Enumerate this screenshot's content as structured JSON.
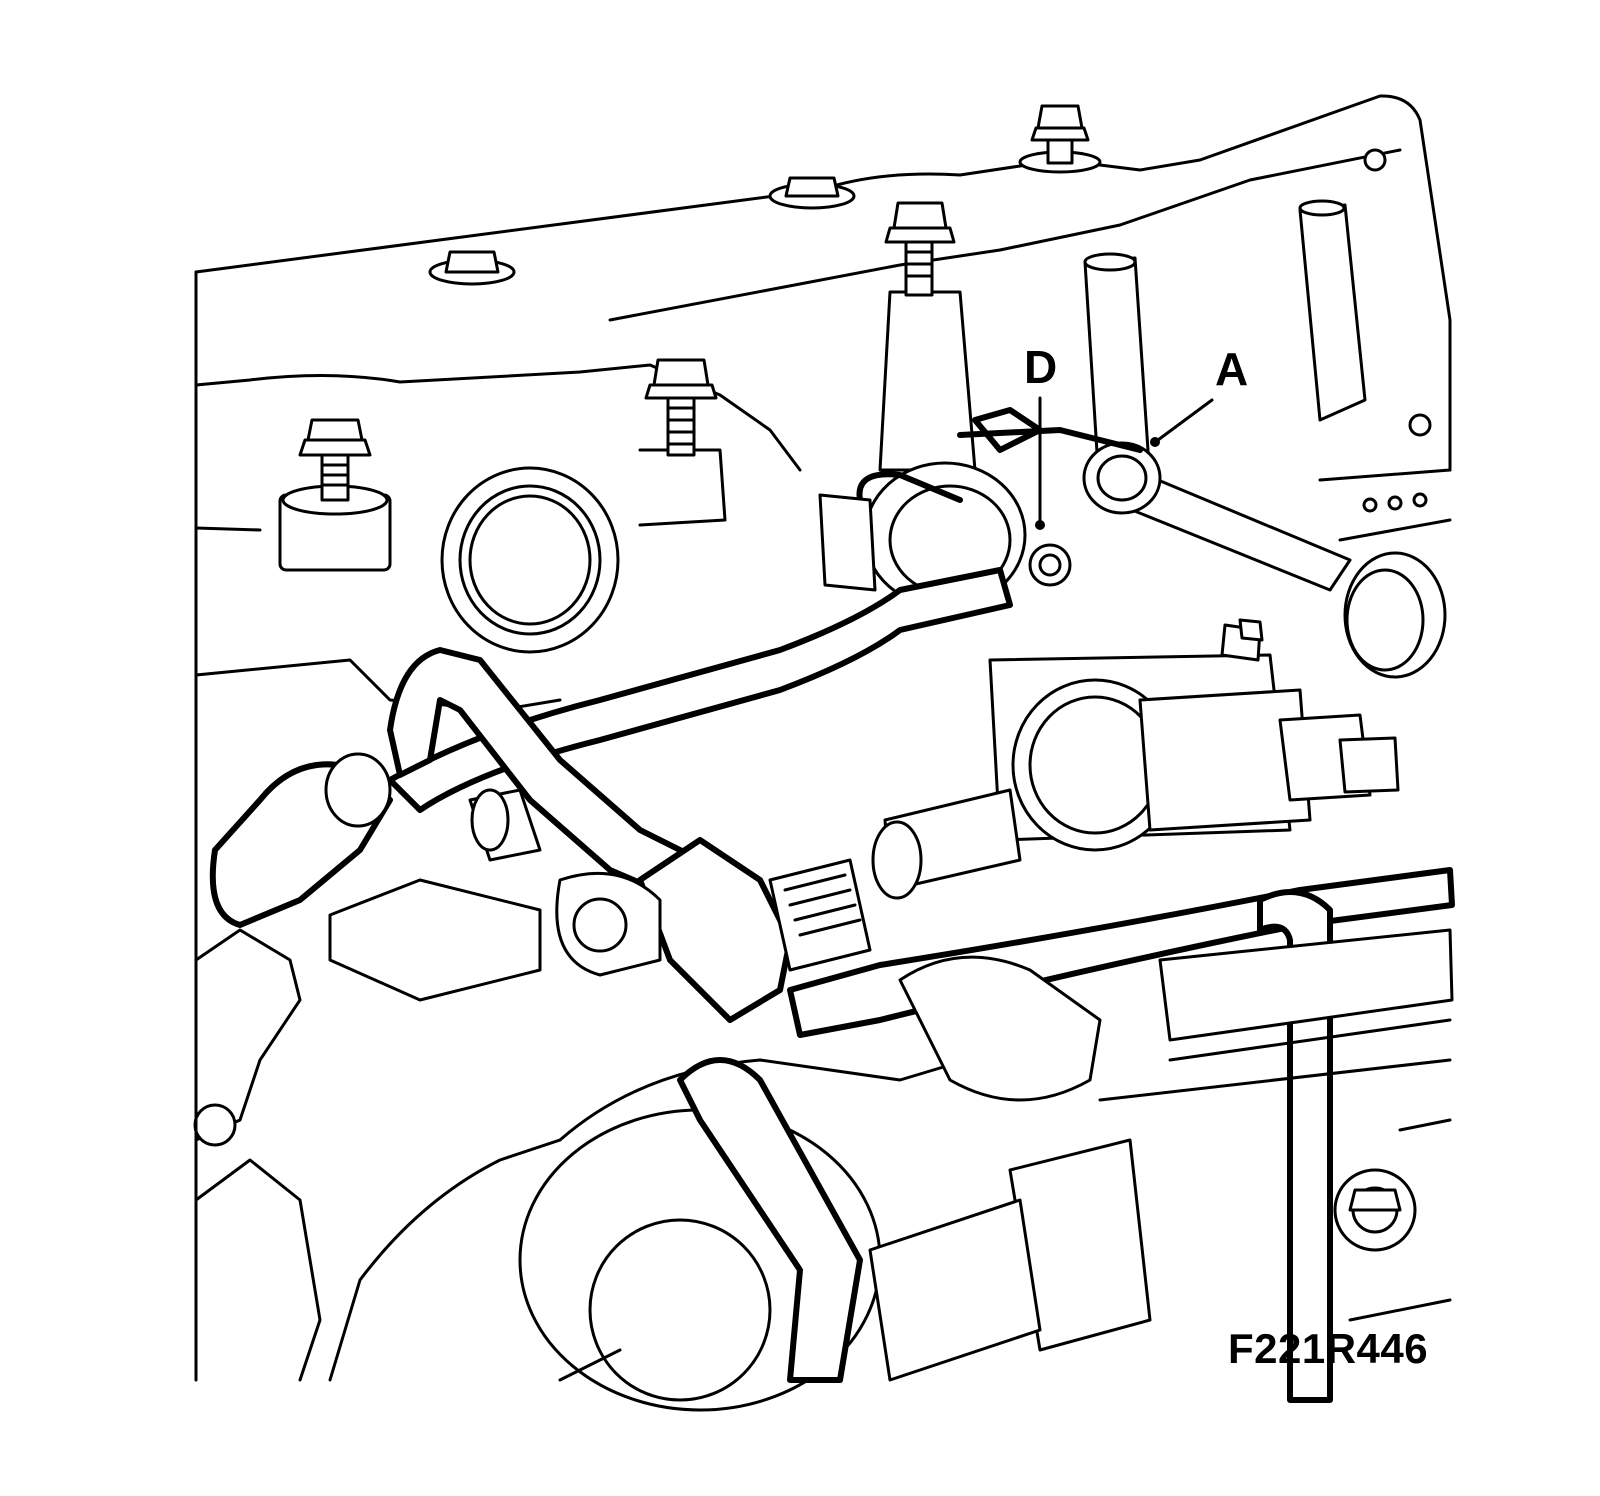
{
  "figure": {
    "id_code": "F221R446",
    "callouts": [
      {
        "key": "D",
        "text": "D"
      },
      {
        "key": "A",
        "text": "A"
      }
    ]
  },
  "colors": {
    "line": "#000000",
    "background": "#ffffff"
  }
}
